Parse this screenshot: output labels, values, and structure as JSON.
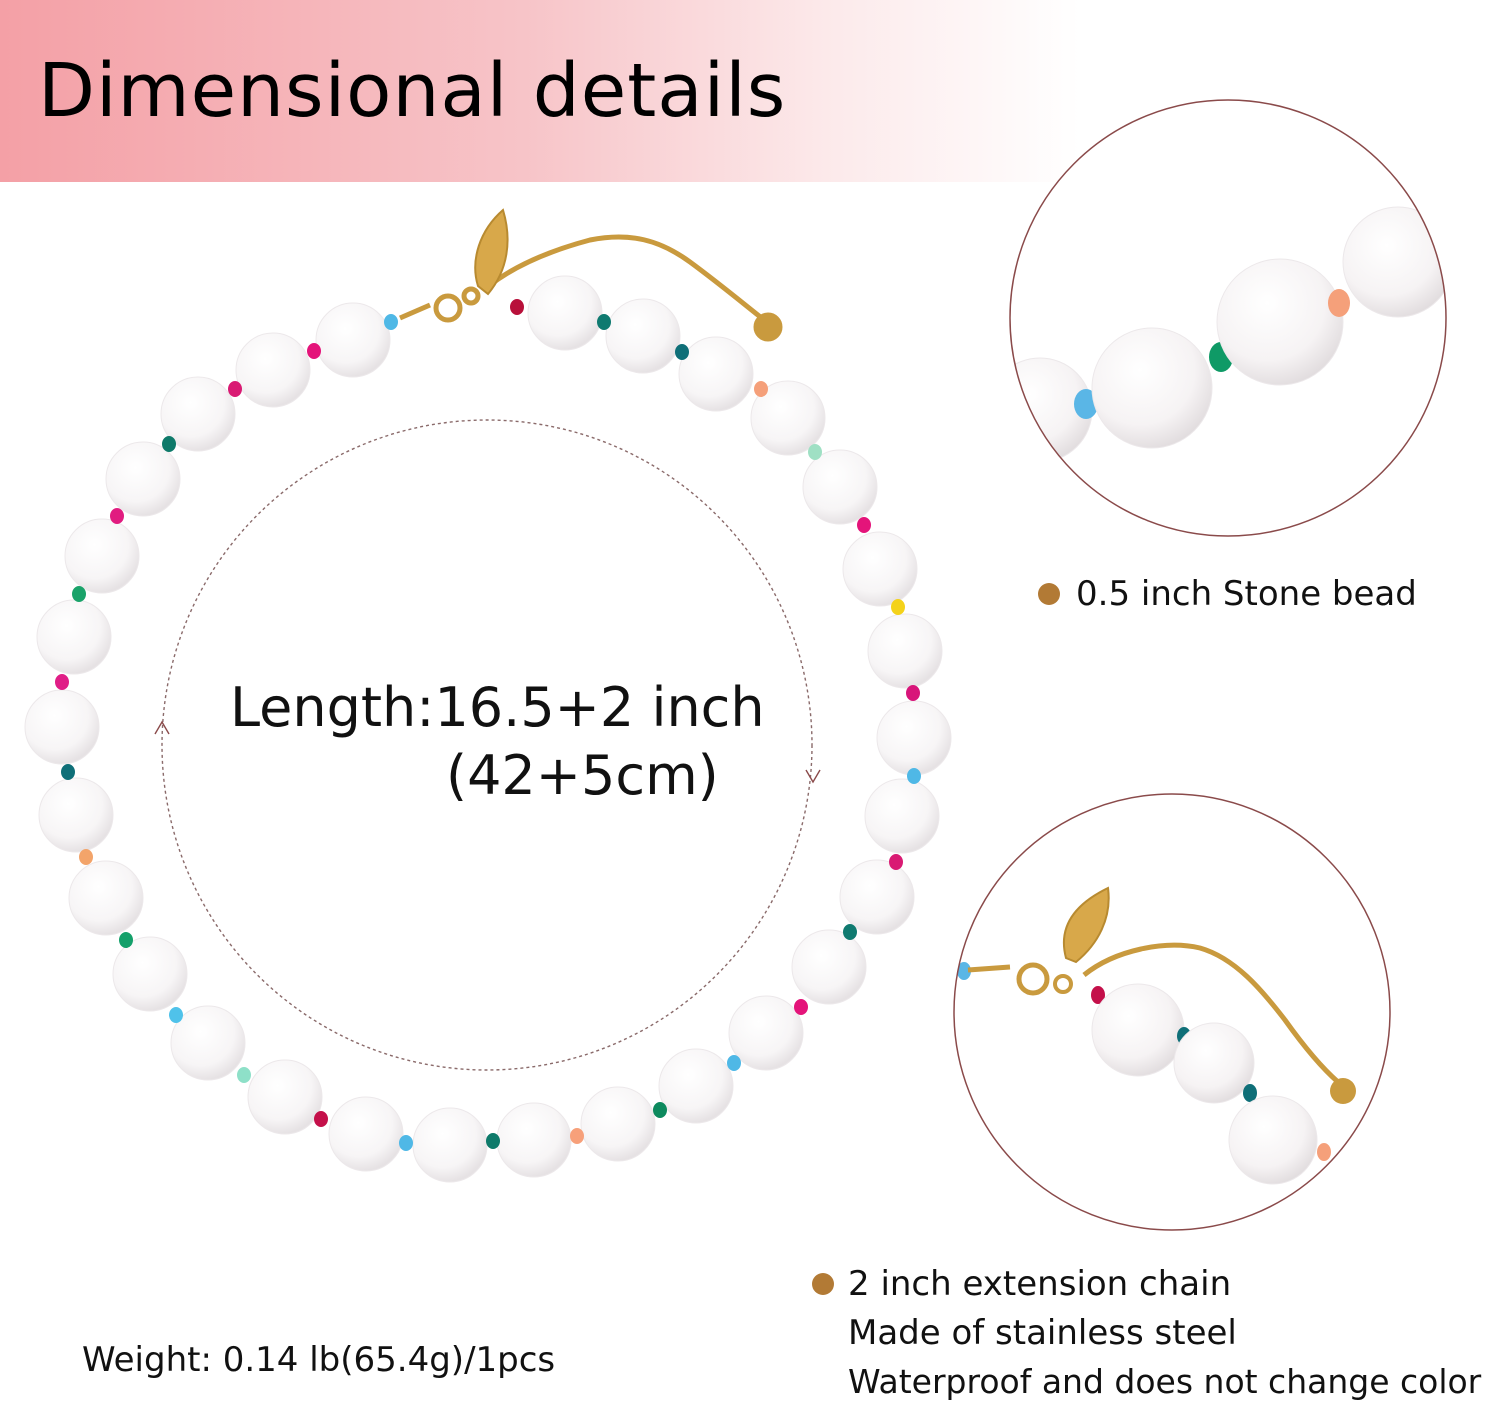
{
  "header": {
    "title": "Dimensional details"
  },
  "length": {
    "line1": "Length:16.5+2 inch",
    "line2": "(42+5cm)"
  },
  "callouts": {
    "bead": "0.5 inch Stone bead",
    "chain_line1": "2 inch extension chain",
    "chain_line2": "Made of stainless steel",
    "chain_line3": "Waterproof and does not change color"
  },
  "weight": "Weight: 0.14 lb(65.4g)/1pcs",
  "colors": {
    "banner_pink": "#f4a0a6",
    "bullet_gold": "#b27a35",
    "chain_gold": "#c99a3e",
    "zoom_circle_border": "#8a4a4a"
  },
  "icons": [
    "necklace-image",
    "bead-closeup-image",
    "chain-closeup-image",
    "bullet-dot-icon"
  ]
}
